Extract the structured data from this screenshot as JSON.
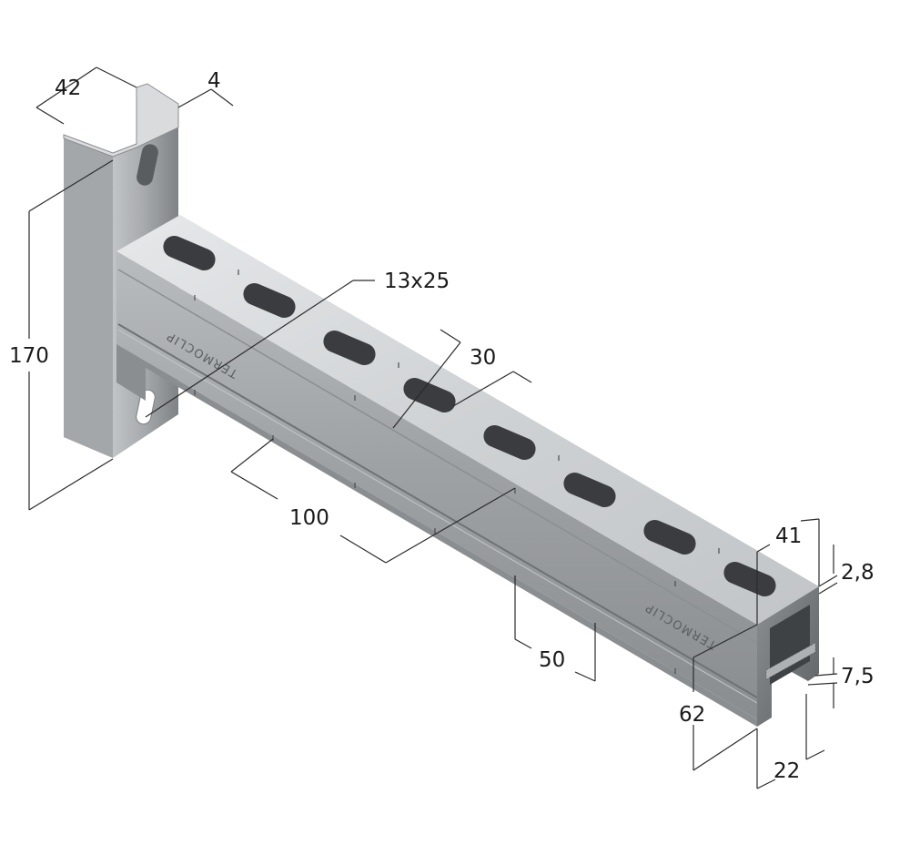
{
  "diagram": {
    "product_type": "cantilever-bracket",
    "brand_marking": "TERMOCLIP",
    "colors": {
      "steel_light": "#d6d8da",
      "steel_mid": "#aeb1b4",
      "steel_dark": "#7d8083",
      "slot": "#3a3c3f",
      "dimension_line": "#2a2a2a"
    },
    "dimensions": {
      "upright_width": "42",
      "upright_thickness": "4",
      "upright_height": "170",
      "slot_size": "13x25",
      "slot_pitch": "30",
      "hole_spacing": "100",
      "mark_spacing": "50",
      "channel_width": "41",
      "wall_thickness": "2,8",
      "lip_depth": "7,5",
      "channel_height": "62",
      "slot_opening": "22"
    }
  }
}
